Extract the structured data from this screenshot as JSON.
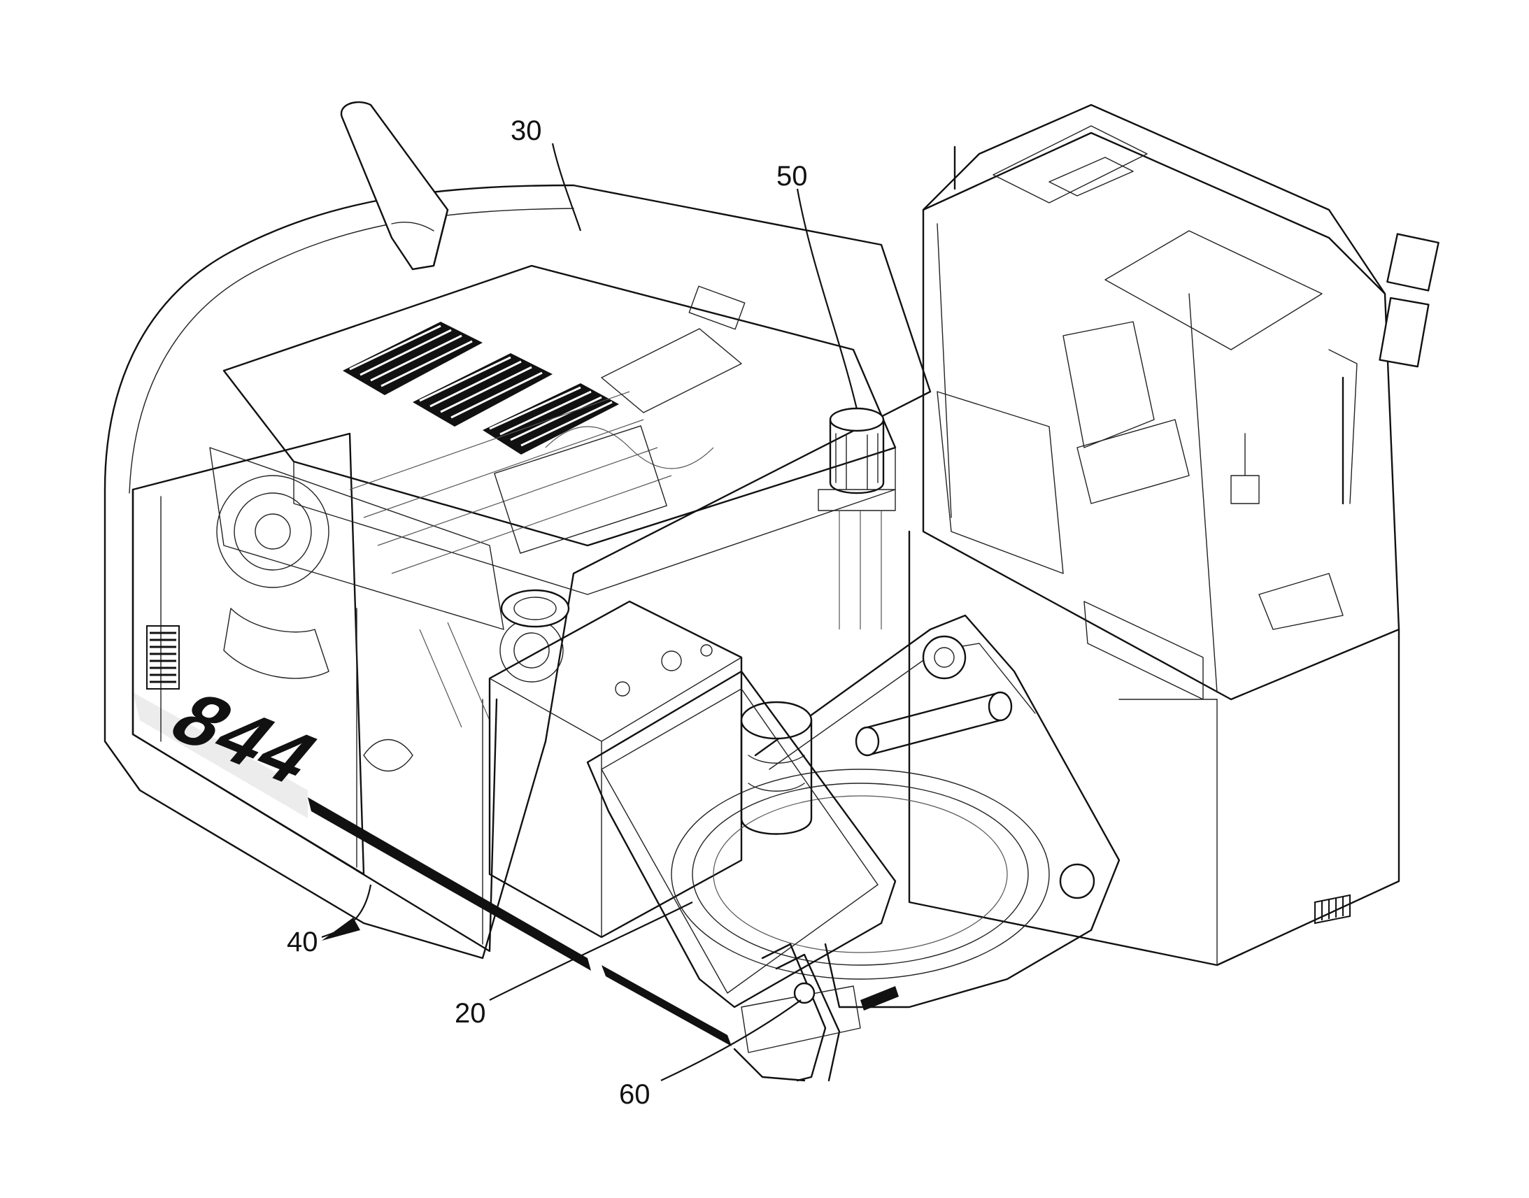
{
  "reference_numerals": {
    "counterweight": "40",
    "engine_cover": "30",
    "component_50": "50",
    "frame_20": "20",
    "component_60": "60"
  },
  "model_badge": "844",
  "colors": {
    "line": "#111111",
    "background": "#ffffff"
  }
}
